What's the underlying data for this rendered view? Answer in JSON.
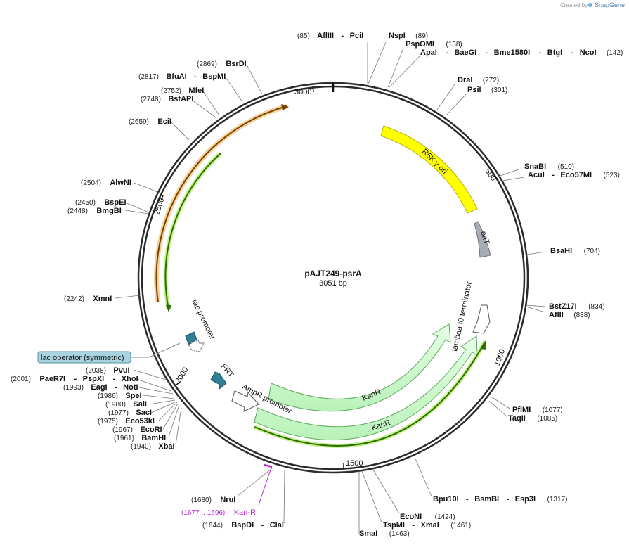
{
  "credit": {
    "created_by": "Created by",
    "brand": "SnapGene"
  },
  "plasmid": {
    "name": "pAJT249-psrA",
    "size": "3051 bp"
  },
  "ticks": [
    "3000",
    "500",
    "1000",
    "1500",
    "2000",
    "2500"
  ],
  "features": {
    "r6k": "R6K γ ori",
    "orit": "oriT",
    "lambda": "lambda t0 terminator",
    "kanr1": "KanR",
    "kanr2": "KanR",
    "ampr_promoter": "AmpR promoter",
    "frt": "FRT",
    "tac": "tac promoter",
    "lac": "lac operator (symmetric)"
  },
  "sites": {
    "afliii_pcii": {
      "pos": "(85)",
      "a": "AflIII",
      "b": "PciI"
    },
    "nspi": {
      "a": "NspI",
      "pos": "(89)"
    },
    "pspomi": {
      "a": "PspOMI",
      "pos": "(138)"
    },
    "apai_group": {
      "a": "ApaI",
      "b": "BaeGI",
      "c": "Bme1580I",
      "d": "BtgI",
      "e": "NcoI",
      "pos": "(142)"
    },
    "drai": {
      "a": "DraI",
      "pos": "(272)"
    },
    "psii": {
      "a": "PsiI",
      "pos": "(301)"
    },
    "snabi": {
      "a": "SnaBI",
      "pos": "(510)"
    },
    "acui": {
      "a": "AcuI",
      "b": "Eco57MI",
      "pos": "(523)"
    },
    "bsahi": {
      "a": "BsaHI",
      "pos": "(704)"
    },
    "bstz17i": {
      "a": "BstZ17I",
      "pos": "(834)"
    },
    "aflii": {
      "a": "AflII",
      "pos": "(838)"
    },
    "pflmi": {
      "a": "PflMI",
      "pos": "(1077)"
    },
    "taqii": {
      "a": "TaqII",
      "pos": "(1085)"
    },
    "bpu10i": {
      "a": "Bpu10I",
      "b": "BsmBI",
      "c": "Esp3I",
      "pos": "(1317)"
    },
    "econi": {
      "a": "EcoNI",
      "pos": "(1424)"
    },
    "tspmi": {
      "a": "TspMI",
      "b": "XmaI",
      "pos": "(1461)"
    },
    "smai": {
      "a": "SmaI",
      "pos": "(1463)"
    },
    "bspdi": {
      "pos": "(1644)",
      "a": "BspDI",
      "b": "ClaI"
    },
    "kanr_site": {
      "pos": "(1677 .. 1696)",
      "a": "Kan-R"
    },
    "nrui": {
      "pos": "(1680)",
      "a": "NruI"
    },
    "xbai": {
      "pos": "(1940)",
      "a": "XbaI"
    },
    "bamhi": {
      "pos": "(1961)",
      "a": "BamHI"
    },
    "ecori": {
      "pos": "(1967)",
      "a": "EcoRI"
    },
    "eco53ki": {
      "pos": "(1975)",
      "a": "Eco53kI"
    },
    "saci": {
      "pos": "(1977)",
      "a": "SacI"
    },
    "sali": {
      "pos": "(1980)",
      "a": "SalI"
    },
    "spei": {
      "pos": "(1986)",
      "a": "SpeI"
    },
    "eagi": {
      "pos": "(1993)",
      "a": "EagI",
      "b": "NotI"
    },
    "paer7i": {
      "pos": "(2001)",
      "a": "PaeR7I",
      "b": "PspXI",
      "c": "XhoI"
    },
    "pvui": {
      "pos": "(2038)",
      "a": "PvuI"
    },
    "xmni": {
      "pos": "(2242)",
      "a": "XmnI"
    },
    "bmgbi": {
      "pos": "(2448)",
      "a": "BmgBI"
    },
    "bspei": {
      "pos": "(2450)",
      "a": "BspEI"
    },
    "alwni": {
      "pos": "(2504)",
      "a": "AlwNI"
    },
    "ecii": {
      "pos": "(2659)",
      "a": "EciI"
    },
    "bstapi": {
      "pos": "(2748)",
      "a": "BstAPI"
    },
    "mfei": {
      "pos": "(2752)",
      "a": "MfeI"
    },
    "bfuai": {
      "pos": "(2817)",
      "a": "BfuAI",
      "b": "BspMI"
    },
    "bsrdi": {
      "pos": "(2869)",
      "a": "BsrDI"
    }
  },
  "colors": {
    "r6k": "#ffff00",
    "orit": "#a8adb5",
    "kanr": "#ccffcc",
    "tac": "#2f7f95",
    "frt": "#2f7f95",
    "lac": "#a8d4e0",
    "pink": "#b62bd6",
    "orange": "#e07b00",
    "green": "#3a8f00"
  }
}
